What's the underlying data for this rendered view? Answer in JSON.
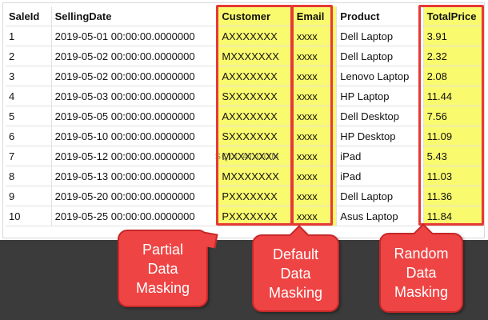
{
  "grid": {
    "columns": [
      "SaleId",
      "SellingDate",
      "Customer",
      "Email",
      "Product",
      "TotalPrice"
    ],
    "rows": [
      [
        "1",
        "2019-05-01 00:00:00.0000000",
        "AXXXXXXX",
        "xxxx",
        "Dell Laptop",
        "3.91"
      ],
      [
        "2",
        "2019-05-02 00:00:00.0000000",
        "MXXXXXXX",
        "xxxx",
        "Dell Laptop",
        "2.32"
      ],
      [
        "3",
        "2019-05-02 00:00:00.0000000",
        "AXXXXXXX",
        "xxxx",
        "Lenovo Laptop",
        "2.08"
      ],
      [
        "4",
        "2019-05-03 00:00:00.0000000",
        "SXXXXXXX",
        "xxxx",
        "HP Laptop",
        "11.44"
      ],
      [
        "5",
        "2019-05-05 00:00:00.0000000",
        "AXXXXXXX",
        "xxxx",
        "Dell Desktop",
        "7.56"
      ],
      [
        "6",
        "2019-05-10 00:00:00.0000000",
        "SXXXXXXX",
        "xxxx",
        "HP Desktop",
        "11.09"
      ],
      [
        "7",
        "2019-05-12 00:00:00.0000000",
        "MXXXXXXX",
        "xxxx",
        "iPad",
        "5.43"
      ],
      [
        "8",
        "2019-05-13 00:00:00.0000000",
        "MXXXXXXX",
        "xxxx",
        "iPad",
        "11.03"
      ],
      [
        "9",
        "2019-05-20 00:00:00.0000000",
        "PXXXXXXX",
        "xxxx",
        "Dell Laptop",
        "11.36"
      ],
      [
        "10",
        "2019-05-25 00:00:00.0000000",
        "PXXXXXXX",
        "xxxx",
        "Asus Laptop",
        "11.84"
      ]
    ]
  },
  "watermark": "SQLDAT.COM",
  "callouts": {
    "partial": "Partial\nData\nMasking",
    "default": "Default\nData\nMasking",
    "random": "Random\nData\nMasking"
  },
  "colors": {
    "highlight_fill": "#fafa6f",
    "highlight_border": "#e53935",
    "callout_fill": "#ef4444",
    "band": "#3b3b3b"
  }
}
